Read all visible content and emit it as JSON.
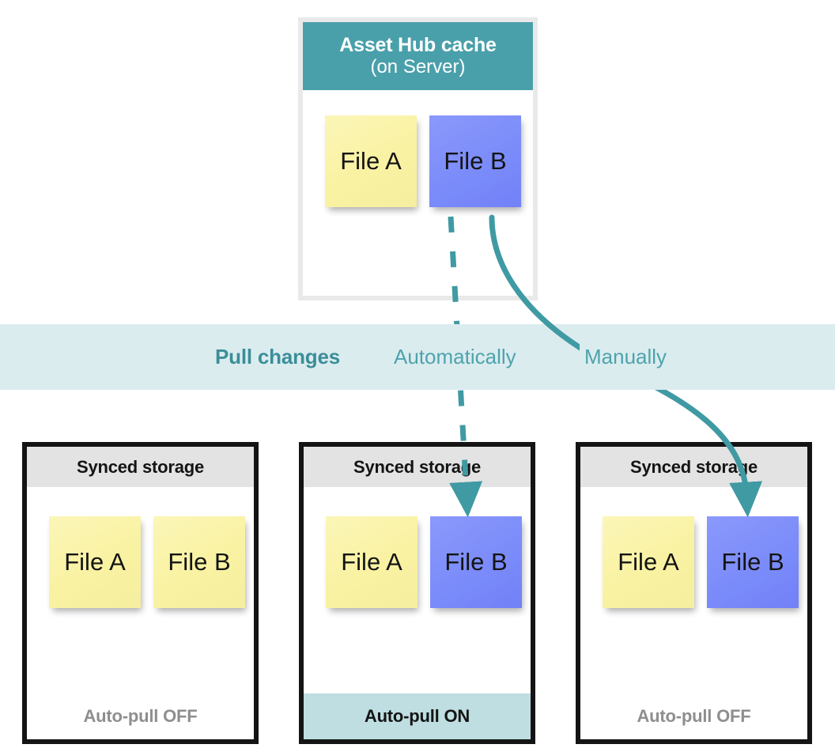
{
  "diagram": {
    "title_hidden": "",
    "colors": {
      "teal_header": "#49a0aa",
      "band_bg": "#dbecef",
      "band_text": "#4ea3ac",
      "band_text_bold": "#3b8e99",
      "arrow": "#3f9aa3",
      "note_yellow": "#f9f2a2",
      "note_blue": "#7b8cfa",
      "store_border": "#141414",
      "store_header_bg": "#e3e3e3",
      "footer_on_bg": "#bedee1",
      "footer_off_text": "#8e8e8e"
    }
  },
  "hub": {
    "title": "Asset Hub cache",
    "subtitle": "(on Server)",
    "notes": [
      {
        "label": "File A",
        "color": "yellow"
      },
      {
        "label": "File B",
        "color": "blue"
      }
    ]
  },
  "band": {
    "label": "Pull changes",
    "automatic_label": "Automatically",
    "manual_label": "Manually"
  },
  "stores": [
    {
      "header": "Synced storage",
      "footer": "Auto-pull OFF",
      "auto_pull": "OFF",
      "notes": [
        {
          "label": "File A",
          "color": "yellow"
        },
        {
          "label": "File B",
          "color": "yellow"
        }
      ]
    },
    {
      "header": "Synced storage",
      "footer": "Auto-pull ON",
      "auto_pull": "ON",
      "notes": [
        {
          "label": "File A",
          "color": "yellow"
        },
        {
          "label": "File B",
          "color": "blue"
        }
      ]
    },
    {
      "header": "Synced storage",
      "footer": "Auto-pull OFF",
      "auto_pull": "OFF",
      "notes": [
        {
          "label": "File A",
          "color": "yellow"
        },
        {
          "label": "File B",
          "color": "blue"
        }
      ]
    }
  ],
  "arrows": [
    {
      "name": "automatic-pull-arrow",
      "style": "dashed",
      "from": "hub-file-b",
      "to": "store-2-file-b"
    },
    {
      "name": "manual-pull-arrow",
      "style": "solid",
      "from": "hub-file-b",
      "to": "store-3-file-b"
    }
  ]
}
